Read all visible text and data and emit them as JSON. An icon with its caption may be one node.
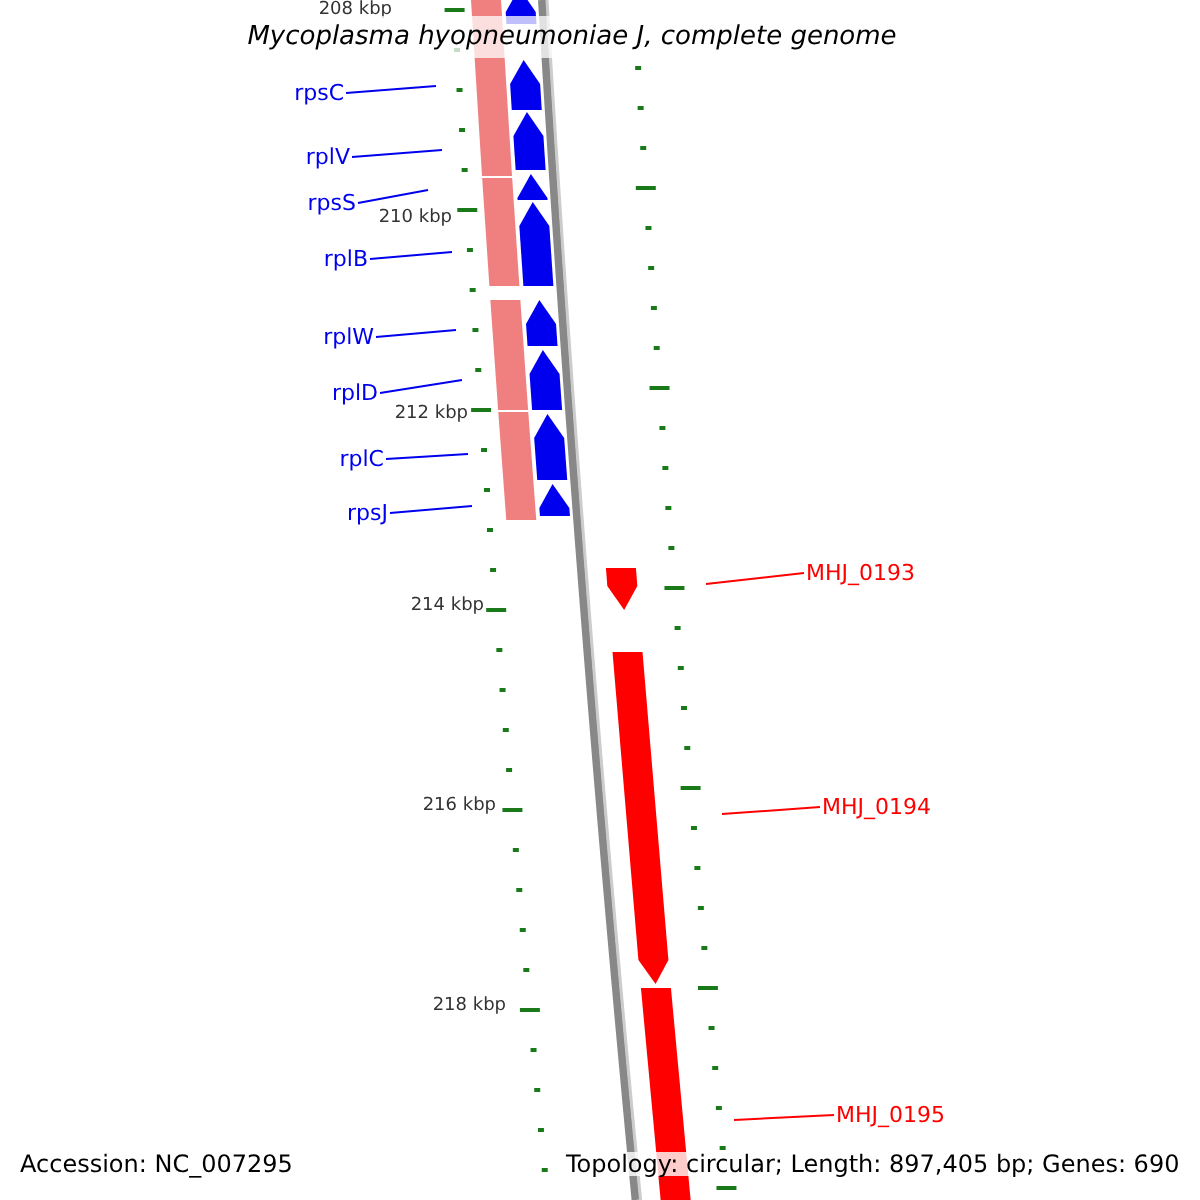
{
  "diagram": {
    "title": "Mycoplasma hyopneumoniae J, complete genome",
    "nodes": [
      {
        "text": [
          "rpsC"
        ]
      },
      {
        "text": [
          "rplV"
        ]
      },
      {
        "text": [
          "rpsS"
        ]
      },
      {
        "text": [
          "rplB"
        ]
      },
      {
        "text": [
          "rplW"
        ]
      },
      {
        "text": [
          "rplD"
        ]
      },
      {
        "text": [
          "rplC"
        ]
      },
      {
        "text": [
          "rpsJ"
        ]
      },
      {
        "text": [
          "MHJ_0193"
        ]
      },
      {
        "text": [
          "MHJ_0194"
        ]
      },
      {
        "text": [
          "MHJ_0195"
        ]
      }
    ],
    "edges": [
      {
        "from": 0,
        "to": null,
        "arrow": "none"
      },
      {
        "from": 1,
        "to": null,
        "arrow": "none"
      },
      {
        "from": 2,
        "to": null,
        "arrow": "none"
      },
      {
        "from": 3,
        "to": null,
        "arrow": "none"
      },
      {
        "from": 4,
        "to": null,
        "arrow": "none"
      },
      {
        "from": 5,
        "to": null,
        "arrow": "none"
      },
      {
        "from": 6,
        "to": null,
        "arrow": "none"
      },
      {
        "from": 7,
        "to": null,
        "arrow": "none"
      },
      {
        "from": 8,
        "to": null,
        "arrow": "none",
        "color": "#ff0000"
      },
      {
        "from": 9,
        "to": null,
        "arrow": "none",
        "color": "#ff0000"
      },
      {
        "from": 10,
        "to": null,
        "arrow": "none",
        "color": "#ff0000"
      }
    ],
    "labels": [
      "208 kbp",
      "210 kbp",
      "212 kbp",
      "214 kbp",
      "216 kbp",
      "218 kbp",
      "Accession: NC_007295",
      "Topology: circular; Length: 897,405 bp; Genes: 690"
    ]
  }
}
